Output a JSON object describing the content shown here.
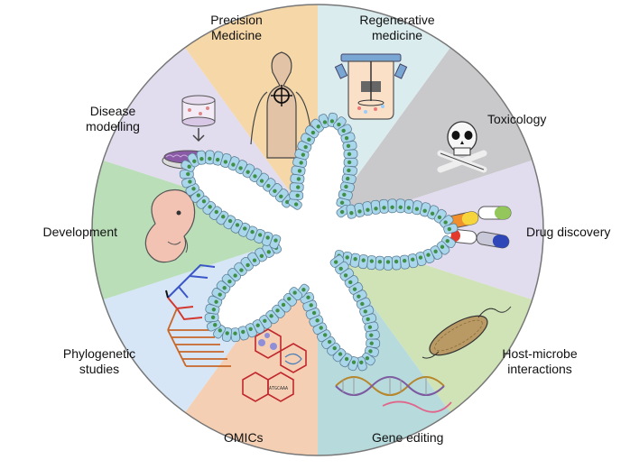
{
  "segments": [
    {
      "id": "precision-medicine",
      "line1": "Precision",
      "line2": "Medicine",
      "color": "#dbecef"
    },
    {
      "id": "regenerative-medicine",
      "line1": "Regenerative",
      "line2": "medicine",
      "color": "#c9c9cb"
    },
    {
      "id": "toxicology",
      "line1": "Toxicology",
      "line2": "",
      "color": "#e1dcee"
    },
    {
      "id": "drug-discovery",
      "line1": "Drug discovery",
      "line2": "",
      "color": "#cfe3b6"
    },
    {
      "id": "host-microbe-interactions",
      "line1": "Host-microbe",
      "line2": "interactions",
      "color": "#b7dadd"
    },
    {
      "id": "gene-editing",
      "line1": "Gene editing",
      "line2": "",
      "color": "#f4cfb3"
    },
    {
      "id": "omics",
      "line1": "OMICs",
      "line2": "",
      "color": "#d6e6f6"
    },
    {
      "id": "phylogenetic-studies",
      "line1": "Phylogenetic",
      "line2": "studies",
      "color": "#b9deb8"
    },
    {
      "id": "development",
      "line1": "Development",
      "line2": "",
      "color": "#e1dcee"
    },
    {
      "id": "disease-modelling",
      "line1": "Disease",
      "line2": "modelling",
      "color": "#f6d7a8"
    }
  ],
  "icons": {
    "omics_sequence": "ATGCAAA"
  },
  "colors": {
    "organoid_cell": "#aad6ec",
    "organoid_nucleus": "#3f8f47",
    "outline": "#5d7f95"
  }
}
